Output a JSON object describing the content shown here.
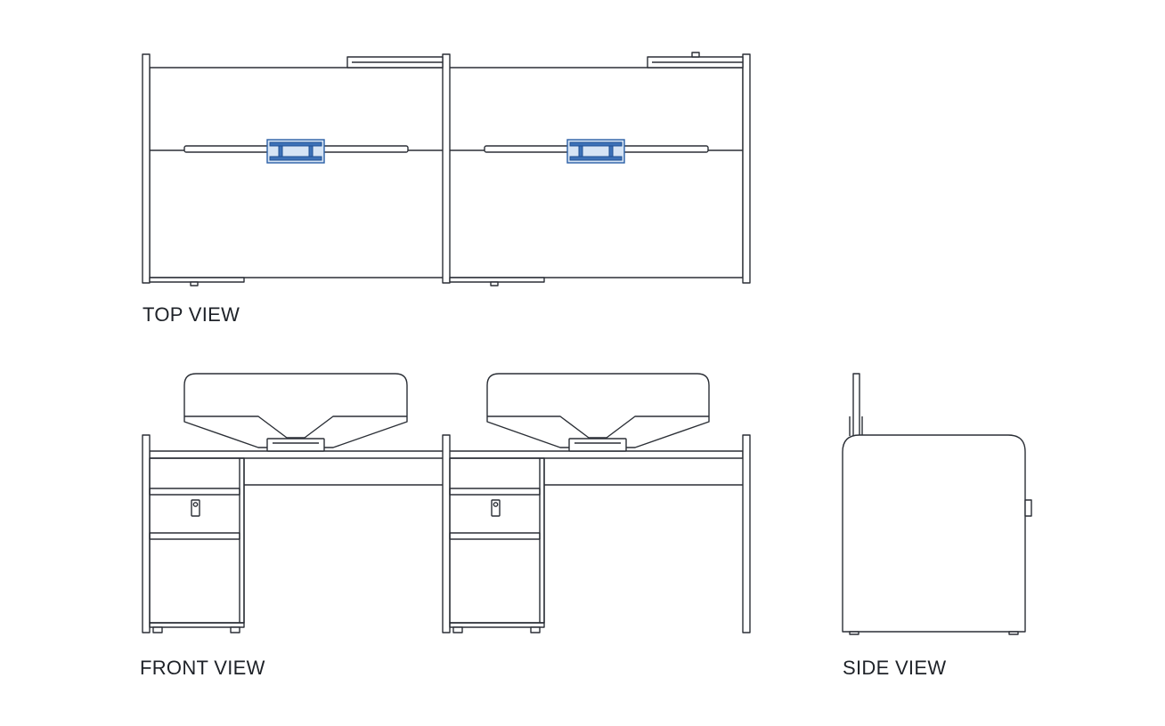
{
  "labels": {
    "top_view": "TOP VIEW",
    "front_view": "FRONT VIEW",
    "side_view": "SIDE VIEW"
  },
  "colors": {
    "line": "#2b2f36",
    "accent_blue": "#2a5fa6",
    "background": "#ffffff"
  }
}
